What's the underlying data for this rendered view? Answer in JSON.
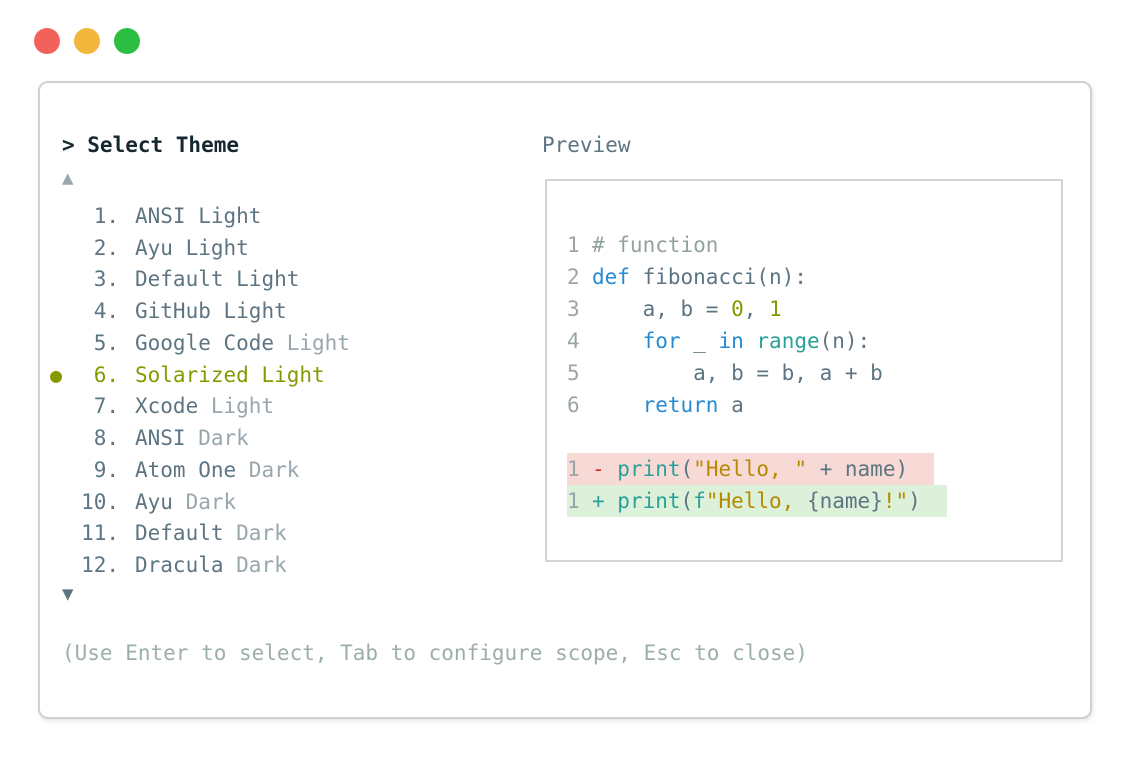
{
  "window": {
    "traffic_lights": [
      {
        "name": "close",
        "color": "#f2615a"
      },
      {
        "name": "minimize",
        "color": "#f4b73e"
      },
      {
        "name": "zoom",
        "color": "#2cbe40"
      }
    ]
  },
  "prompt": {
    "text": "> Select Theme"
  },
  "scroll": {
    "up_glyph": "▲",
    "down_glyph": "▼"
  },
  "theme_list": {
    "selected_bullet": "●",
    "items": [
      {
        "number": "1.",
        "name": "ANSI",
        "variant": "Light",
        "selected": false,
        "variant_dim": false
      },
      {
        "number": "2.",
        "name": "Ayu",
        "variant": "Light",
        "selected": false,
        "variant_dim": false
      },
      {
        "number": "3.",
        "name": "Default",
        "variant": "Light",
        "selected": false,
        "variant_dim": false
      },
      {
        "number": "4.",
        "name": "GitHub",
        "variant": "Light",
        "selected": false,
        "variant_dim": false
      },
      {
        "number": "5.",
        "name": "Google Code",
        "variant": "Light",
        "selected": false,
        "variant_dim": true
      },
      {
        "number": "6.",
        "name": "Solarized",
        "variant": "Light",
        "selected": true,
        "variant_dim": false
      },
      {
        "number": "7.",
        "name": "Xcode",
        "variant": "Light",
        "selected": false,
        "variant_dim": true
      },
      {
        "number": "8.",
        "name": "ANSI",
        "variant": "Dark",
        "selected": false,
        "variant_dim": true
      },
      {
        "number": "9.",
        "name": "Atom One",
        "variant": "Dark",
        "selected": false,
        "variant_dim": true
      },
      {
        "number": "10.",
        "name": "Ayu",
        "variant": "Dark",
        "selected": false,
        "variant_dim": true
      },
      {
        "number": "11.",
        "name": "Default",
        "variant": "Dark",
        "selected": false,
        "variant_dim": true
      },
      {
        "number": "12.",
        "name": "Dracula",
        "variant": "Dark",
        "selected": false,
        "variant_dim": true
      }
    ]
  },
  "help": {
    "text": "(Use Enter to select, Tab to configure scope, Esc to close)"
  },
  "preview": {
    "label": "Preview",
    "code_lines": [
      {
        "num": "1",
        "tokens": [
          {
            "t": "# function",
            "c": "comment"
          }
        ]
      },
      {
        "num": "2",
        "tokens": [
          {
            "t": "def",
            "c": "keyword"
          },
          {
            "t": " fibonacci(n):",
            "c": "base"
          }
        ]
      },
      {
        "num": "3",
        "tokens": [
          {
            "t": "    a, b = ",
            "c": "base"
          },
          {
            "t": "0",
            "c": "number"
          },
          {
            "t": ", ",
            "c": "base"
          },
          {
            "t": "1",
            "c": "number"
          }
        ]
      },
      {
        "num": "4",
        "tokens": [
          {
            "t": "    ",
            "c": "base"
          },
          {
            "t": "for",
            "c": "keyword"
          },
          {
            "t": " _ ",
            "c": "base"
          },
          {
            "t": "in",
            "c": "keyword"
          },
          {
            "t": " ",
            "c": "base"
          },
          {
            "t": "range",
            "c": "function"
          },
          {
            "t": "(n):",
            "c": "base"
          }
        ]
      },
      {
        "num": "5",
        "tokens": [
          {
            "t": "        a, b = b, a + b",
            "c": "base"
          }
        ]
      },
      {
        "num": "6",
        "tokens": [
          {
            "t": "    ",
            "c": "base"
          },
          {
            "t": "return",
            "c": "keyword"
          },
          {
            "t": " a",
            "c": "base"
          }
        ]
      },
      {
        "num": "",
        "tokens": []
      },
      {
        "num": "1",
        "diff": "removed",
        "tokens": [
          {
            "t": "- ",
            "c": "red"
          },
          {
            "t": "print",
            "c": "function"
          },
          {
            "t": "(",
            "c": "base"
          },
          {
            "t": "\"Hello, \"",
            "c": "string"
          },
          {
            "t": " + name)",
            "c": "base"
          }
        ]
      },
      {
        "num": "1",
        "diff": "added",
        "tokens": [
          {
            "t": "+ ",
            "c": "function"
          },
          {
            "t": "print",
            "c": "function"
          },
          {
            "t": "(",
            "c": "base"
          },
          {
            "t": "f",
            "c": "function"
          },
          {
            "t": "\"Hello, ",
            "c": "string"
          },
          {
            "t": "{name}",
            "c": "base"
          },
          {
            "t": "!\"",
            "c": "string"
          },
          {
            "t": ")",
            "c": "base"
          }
        ]
      }
    ]
  },
  "colors": {
    "prompt": "#16272f",
    "base": "#5d7582",
    "dim": "#98a6ad",
    "selected": "#869a00",
    "comment": "#93a1a1",
    "keyword": "#268bd2",
    "function": "#2aa198",
    "number": "#859900",
    "string": "#b58900",
    "red": "#dc322f",
    "line_number": "#9aa5aa",
    "diff_removed_bg": "#f7d9d5",
    "diff_added_bg": "#ddf0d9",
    "panel_border": "#ccd1d4",
    "preview_border": "#d0d4d6",
    "scroll_up": "#99a8ac",
    "scroll_down": "#5d7480",
    "help": "#9caeac"
  }
}
